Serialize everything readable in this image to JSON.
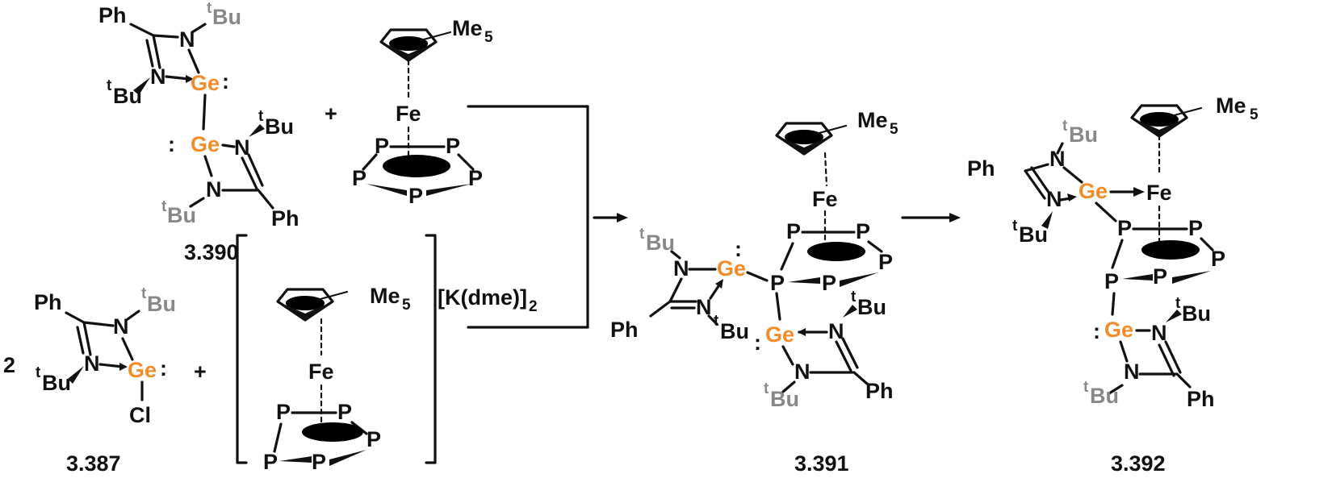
{
  "compounds": {
    "c390": {
      "label": "3.390"
    },
    "c387": {
      "label": "3.387",
      "coefficient": "2"
    },
    "c391": {
      "label": "3.391"
    },
    "c392": {
      "label": "3.392"
    }
  },
  "atoms": {
    "ph": "Ph",
    "n": "N",
    "ge": "Ge",
    "fe": "Fe",
    "p": "P",
    "cl": "Cl",
    "t": "t",
    "bu": "Bu",
    "me": "Me",
    "five": "5",
    "lone_pair": ":"
  },
  "operators": {
    "plus": "+"
  },
  "counterion": {
    "text": "[K(dme)]",
    "subscript": "2"
  },
  "colors": {
    "germanium": "#f28c28",
    "tbu": "#888888",
    "ink": "#111111"
  }
}
